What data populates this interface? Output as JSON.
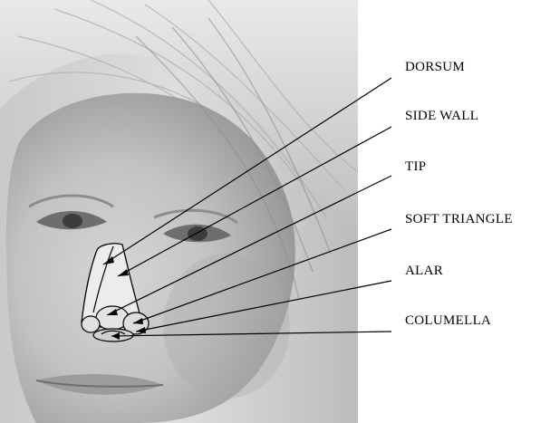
{
  "labels": {
    "dorsum": "DORSUM",
    "side_wall": "SIDE WALL",
    "tip": "TIP",
    "soft_triangle": "SOFT TRIANGLE",
    "alar": "ALAR",
    "columella": "COLUMELLA"
  },
  "colors": {
    "background": "#ffffff",
    "line": "#000000",
    "photo_tone": "#bdbdbd"
  }
}
